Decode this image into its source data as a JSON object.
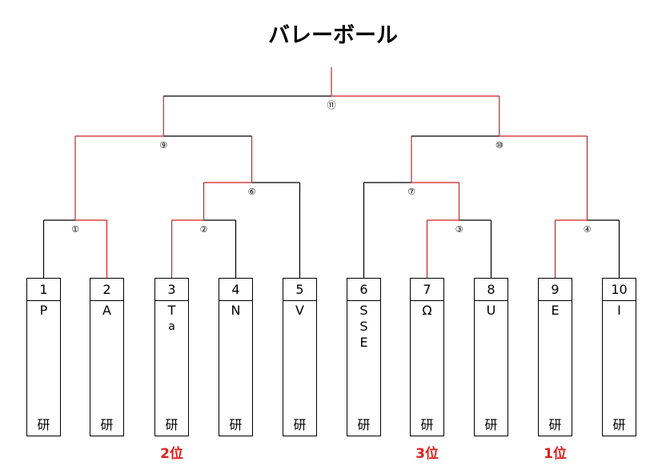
{
  "title": "バレーボール",
  "colors": {
    "winner": "#d01f1f",
    "line": "#000000",
    "rank": "#e0201c"
  },
  "teams": [
    {
      "num": "1",
      "name": [
        "P"
      ],
      "lab": "研"
    },
    {
      "num": "2",
      "name": [
        "A"
      ],
      "lab": "研"
    },
    {
      "num": "3",
      "name": [
        "T",
        "a"
      ],
      "lab": "研"
    },
    {
      "num": "4",
      "name": [
        "N"
      ],
      "lab": "研"
    },
    {
      "num": "5",
      "name": [
        "V"
      ],
      "lab": "研"
    },
    {
      "num": "6",
      "name": [
        "S",
        "S",
        "E"
      ],
      "lab": "研"
    },
    {
      "num": "7",
      "name": [
        "Ω"
      ],
      "lab": "研"
    },
    {
      "num": "8",
      "name": [
        "U"
      ],
      "lab": "研"
    },
    {
      "num": "9",
      "name": [
        "E"
      ],
      "lab": "研"
    },
    {
      "num": "10",
      "name": [
        "I"
      ],
      "lab": "研"
    }
  ],
  "matches": [
    "①",
    "②",
    "③",
    "④",
    "⑥",
    "⑦",
    "⑨",
    "⑩",
    "⑪"
  ],
  "ranks": [
    {
      "team": "3",
      "label": "2位"
    },
    {
      "team": "7",
      "label": "3位"
    },
    {
      "team": "9",
      "label": "1位"
    }
  ]
}
